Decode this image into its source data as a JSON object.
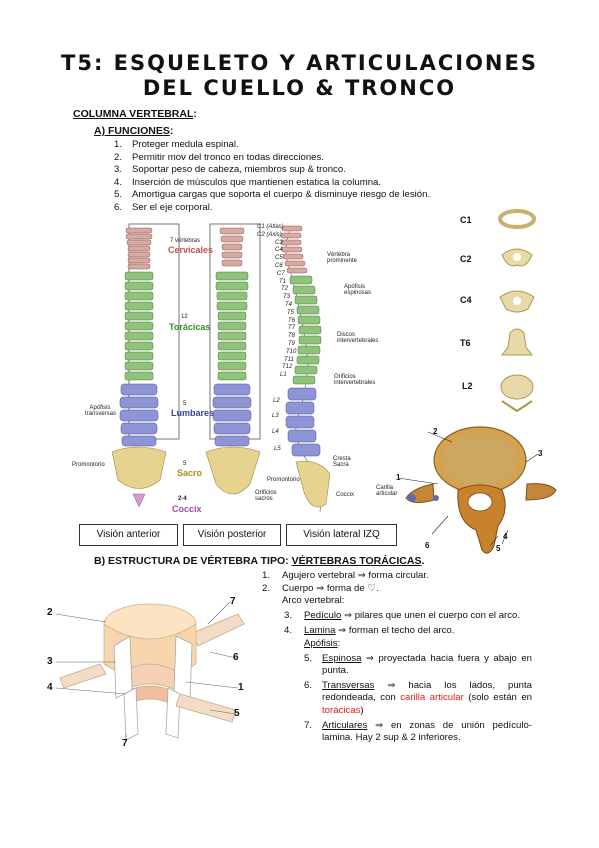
{
  "title": {
    "line1": "T5: ESQUELETO Y ARTICULACIONES",
    "line2": "DEL CUELLO & TRONCO"
  },
  "section_columna": "COLUMNA VERTEBRAL",
  "section_colon": ":",
  "funciones": {
    "heading": "A)  FUNCIONES",
    "colon": ":",
    "items": [
      {
        "n": "1.",
        "text": "Proteger medula espinal."
      },
      {
        "n": "2.",
        "text": "Permitir mov del tronco en todas direcciones."
      },
      {
        "n": "3.",
        "text": "Soportar peso de cabeza, miembros sup & tronco."
      },
      {
        "n": "4.",
        "text": "Inserción de músculos que mantienen estatica la columna."
      },
      {
        "n": "5.",
        "text": "Amortigua cargas que soporta el cuerpo & disminuye riesgo de lesión."
      },
      {
        "n": "6.",
        "text": "Ser el eje corporal."
      }
    ]
  },
  "spine": {
    "anterior": {
      "cervicales_count": "7 vértebras",
      "cervicales": "Cervicales",
      "toracicas_count": "12",
      "toracicas": "Torácicas",
      "lumbares_count": "5",
      "lumbares": "Lumbares",
      "sacro_count": "5",
      "sacro": "Sacro",
      "coccix_count": "2-4",
      "coccix": "Coccix",
      "apofisis": "Apófisis transversas",
      "promontorio": "Promontorio"
    },
    "lateral": {
      "levels": [
        "C1 (Atlas)",
        "C2 (Axis)",
        "C3",
        "C4",
        "C5",
        "C6",
        "C7",
        "T1",
        "T2",
        "T3",
        "T4",
        "T5",
        "T6",
        "T7",
        "T8",
        "T9",
        "T10",
        "T11",
        "T12",
        "L1",
        "L2",
        "L3",
        "L4",
        "L5"
      ],
      "vertebra_prominente": "Vértebra prominente",
      "apofisis_espinosas": "Apófisis espinosas",
      "discos": "Discos intervertebrales",
      "orificios": "Orificios intervertebrales",
      "cresta": "Cresta Sacra",
      "promontorio": "Promontorio",
      "coccix": "Coccix",
      "orificios_sacros": "Orificios sacros"
    }
  },
  "captions": [
    "Visión anterior",
    "Visión posterior",
    "Visión lateral IZQ"
  ],
  "vertebra_types": [
    "C1",
    "C2",
    "C4",
    "T6",
    "L2"
  ],
  "big_vertebra": {
    "labels": [
      "1",
      "2",
      "3",
      "4",
      "5",
      "6"
    ],
    "carilla": "Carilla articular"
  },
  "estructura": {
    "heading": "B)  ESTRUCTURA DE VÉRTEBRA TIPO: ",
    "heading_u": "VÉRTEBRAS TORÁCICAS",
    "heading_end": ".",
    "item1_n": "1.",
    "item1": "Agujero vertebral ⇒ forma circular.",
    "item2_n": "2.",
    "item2": "Cuerpo ⇒ forma de ♡.",
    "arco": "Arco vertebral:",
    "item3_n": "3.",
    "item3_u": "Pedículo",
    "item3": " ⇒ pilares que unen el cuerpo con el arco.",
    "item4_n": "4.",
    "item4_u": "Lamina",
    "item4": " ⇒ forman el techo del arco.",
    "apofisis": "Apófisis",
    "apofisis_colon": ":",
    "item5_n": "5.",
    "item5_u": "Espinosa",
    "item5": " ⇒ proyectada hacia fuera y abajo en punta.",
    "item6_n": "6.",
    "item6_u": "Transversas",
    "item6": " ⇒ hacia los lados, punta redondeada, con ",
    "item6_red": "carilla articular",
    "item6_b": " (solo están en ",
    "item6_red2": "torácicas",
    "item6_c": ")",
    "item7_n": "7.",
    "item7_u": "Articulares",
    "item7": " ⇒ en zonas de unión pedículo-lamina. Hay 2 sup & 2 inferiores."
  },
  "diagram_labels": [
    "2",
    "3",
    "4",
    "7",
    "6",
    "1",
    "5",
    "7"
  ]
}
